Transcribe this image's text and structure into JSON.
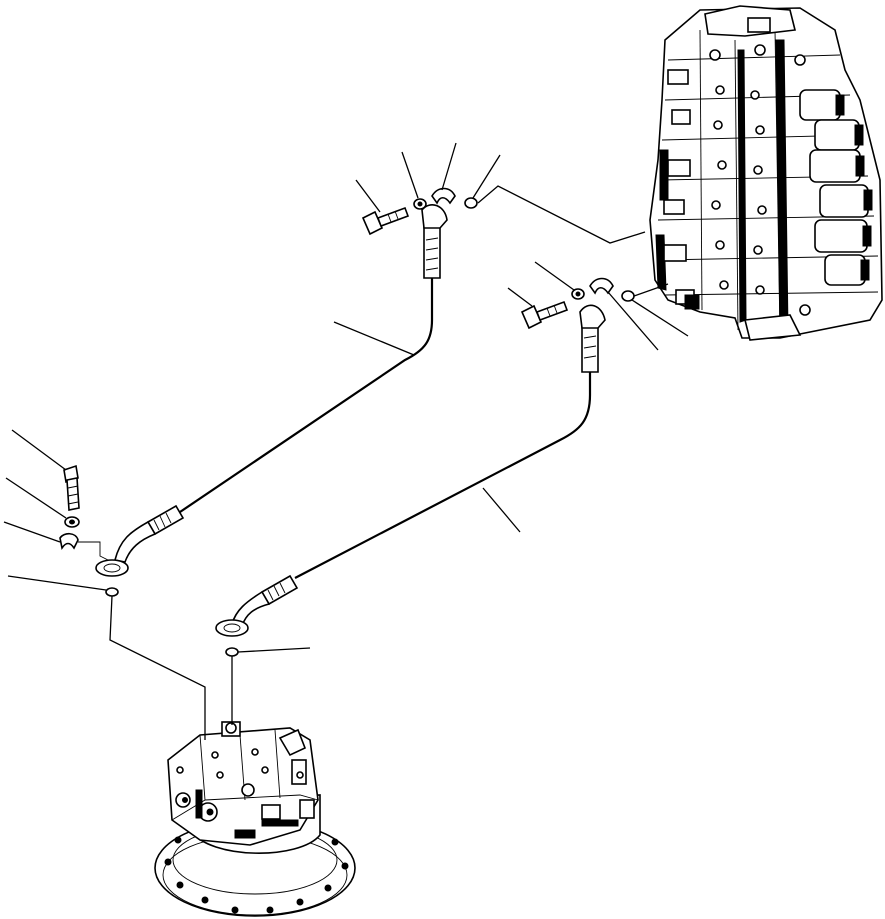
{
  "diagram": {
    "kind": "exploded-parts",
    "callouts": [
      {
        "group": "upper-hose-valve-end",
        "part": "bolt"
      },
      {
        "group": "upper-hose-valve-end",
        "part": "washer"
      },
      {
        "group": "upper-hose-valve-end",
        "part": "split-flange"
      },
      {
        "group": "upper-hose-valve-end",
        "part": "o-ring"
      },
      {
        "group": "upper-hose",
        "part": "hose"
      },
      {
        "group": "lower-hose-valve-end",
        "part": "bolt"
      },
      {
        "group": "lower-hose-valve-end",
        "part": "washer"
      },
      {
        "group": "lower-hose-valve-end",
        "part": "split-flange"
      },
      {
        "group": "lower-hose-valve-end",
        "part": "o-ring"
      },
      {
        "group": "lower-hose",
        "part": "hose"
      },
      {
        "group": "motor-end-left",
        "part": "bolt"
      },
      {
        "group": "motor-end-left",
        "part": "washer"
      },
      {
        "group": "motor-end-left",
        "part": "split-flange"
      },
      {
        "group": "motor-end-left",
        "part": "o-ring"
      },
      {
        "group": "motor-end-right",
        "part": "o-ring"
      }
    ],
    "labels": []
  }
}
